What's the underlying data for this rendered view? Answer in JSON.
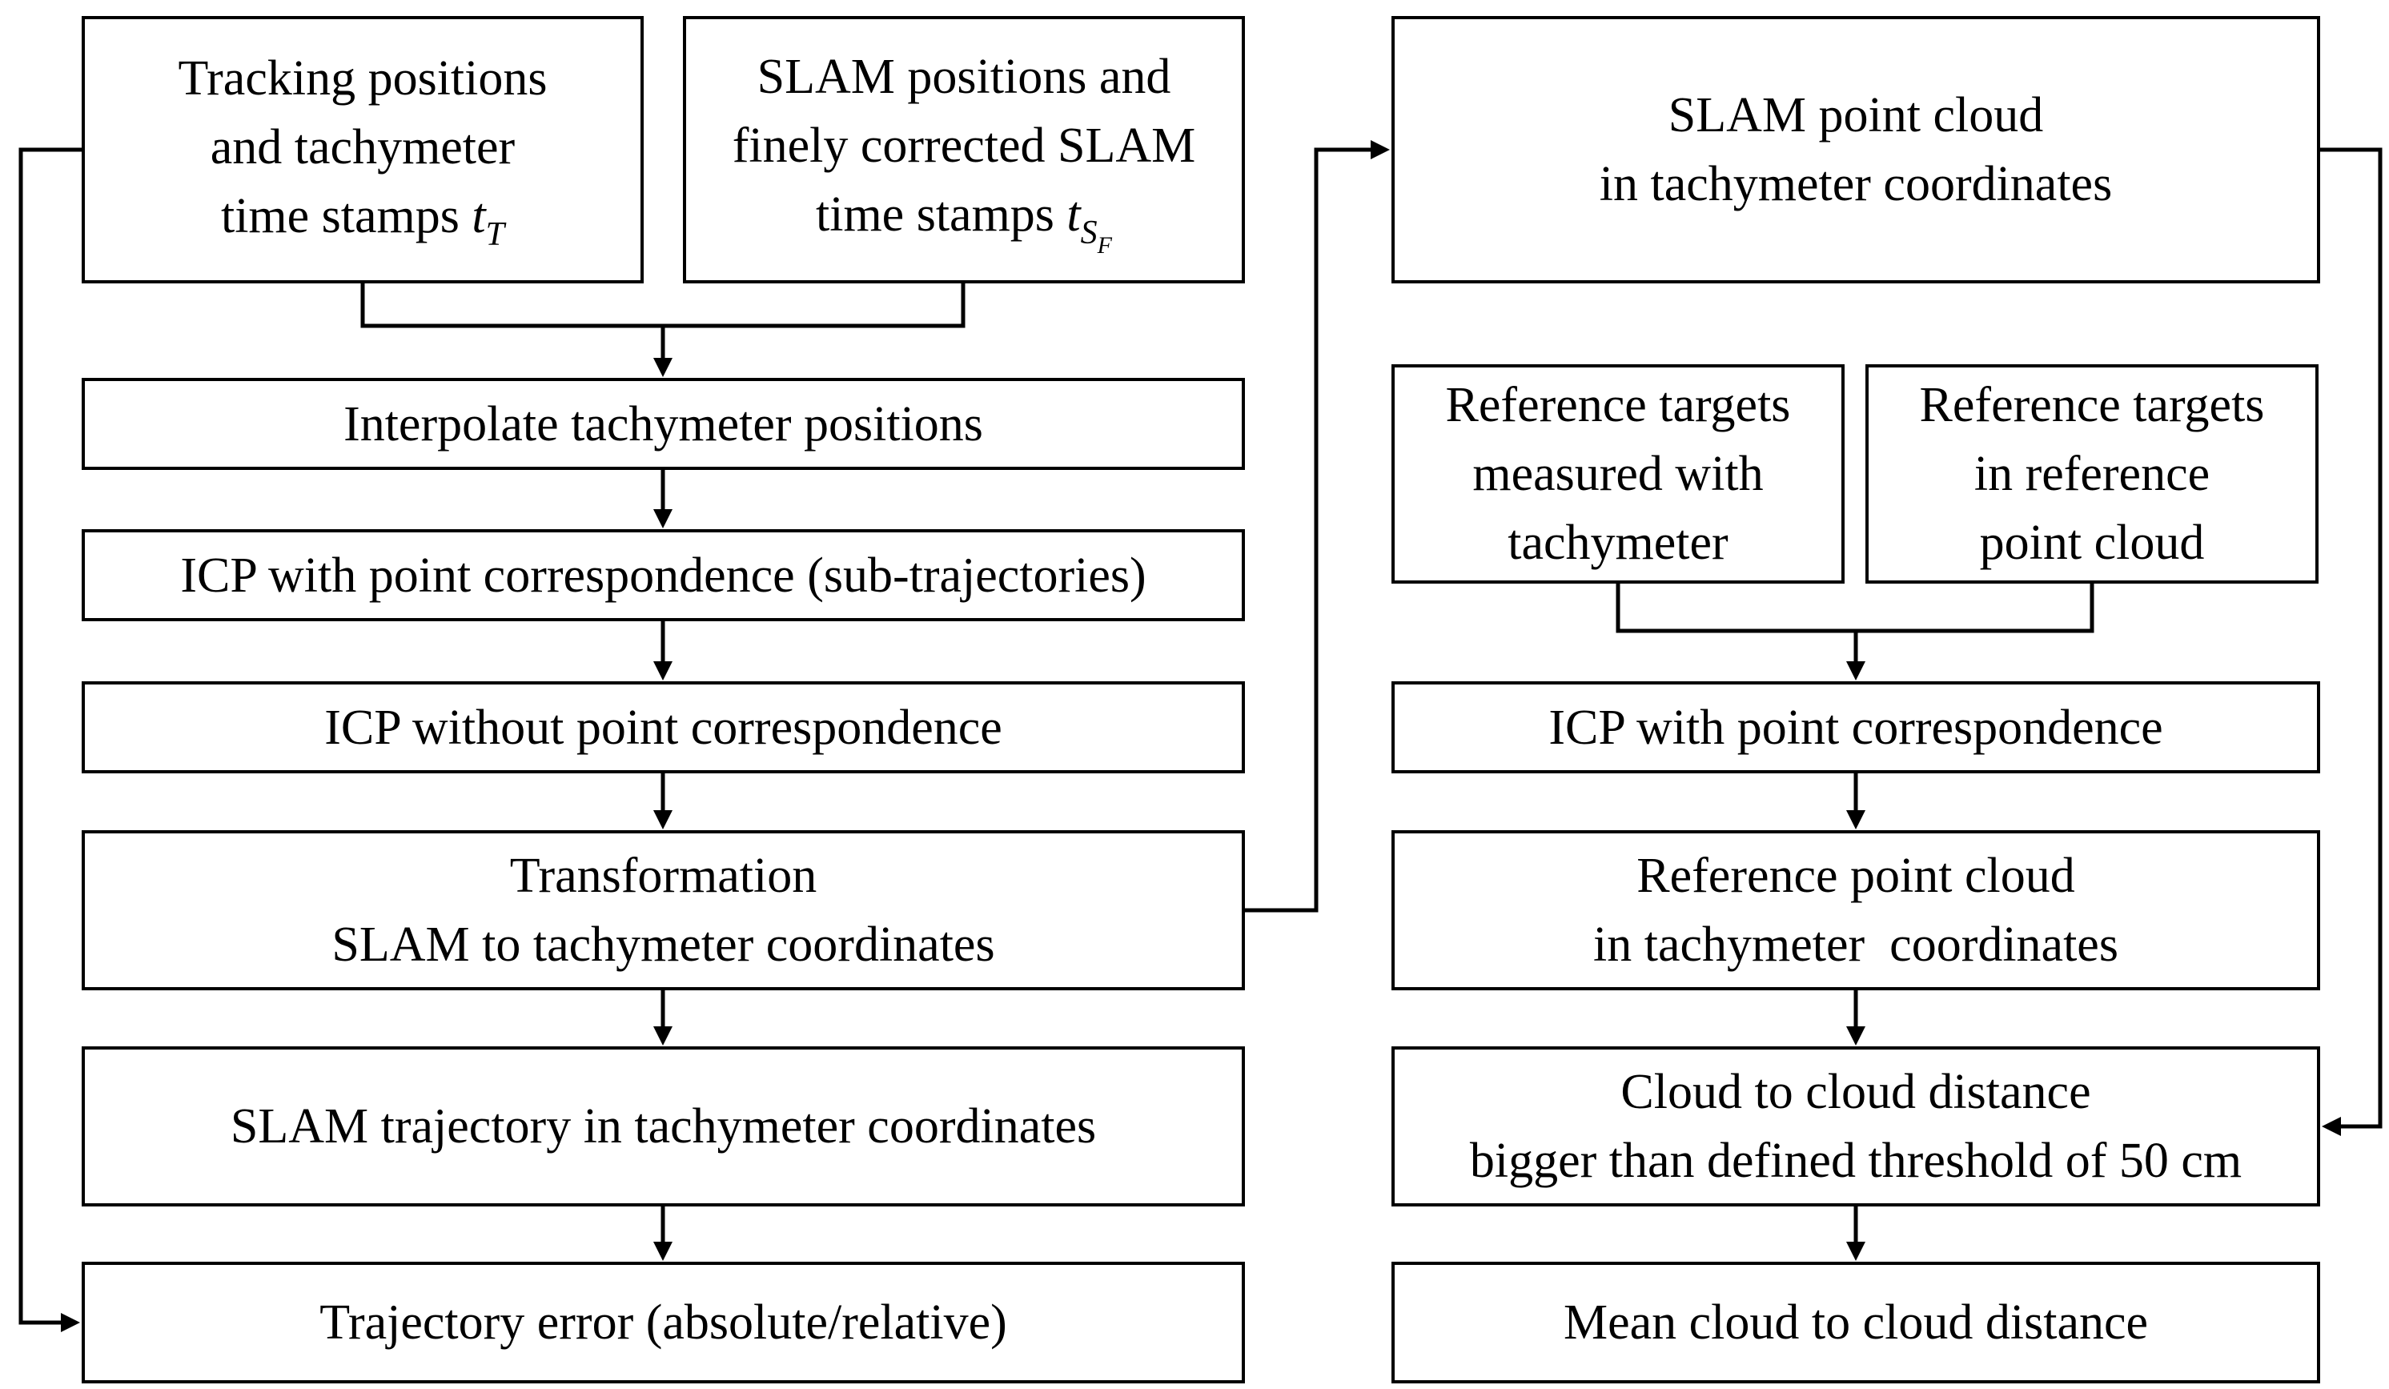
{
  "left_column": {
    "tracking": {
      "line1": "Tracking positions",
      "line2": "and tachymeter",
      "line3": "time stamps ",
      "math": "t",
      "sub": "T"
    },
    "slam_positions": {
      "line1": "SLAM positions and",
      "line2": "finely corrected SLAM",
      "line3": "time stamps ",
      "math": "t",
      "sub": "S",
      "subsub": "F"
    },
    "interpolate": "Interpolate tachymeter positions",
    "icp_sub": "ICP with point correspondence (sub-trajectories)",
    "icp_without": "ICP without point correspondence",
    "transformation": {
      "line1": "Transformation",
      "line2": "SLAM to tachymeter coordinates"
    },
    "slam_trajectory": "SLAM trajectory in tachymeter coordinates",
    "trajectory_error": "Trajectory error (absolute/relative)"
  },
  "right_column": {
    "slam_cloud": {
      "line1": "SLAM point cloud",
      "line2": "in tachymeter coordinates"
    },
    "ref_targets_tachymeter": {
      "line1": "Reference targets",
      "line2": "measured with",
      "line3": "tachymeter"
    },
    "ref_targets_cloud": {
      "line1": "Reference targets",
      "line2": "in reference",
      "line3": "point cloud"
    },
    "icp_with": "ICP with point correspondence",
    "ref_cloud": {
      "line1": "Reference point cloud",
      "line2": "in tachymeter  coordinates"
    },
    "c2c_threshold": {
      "line1": "Cloud to cloud distance",
      "line2": "bigger than defined threshold of 50 cm"
    },
    "mean_c2c": "Mean cloud to cloud distance"
  }
}
